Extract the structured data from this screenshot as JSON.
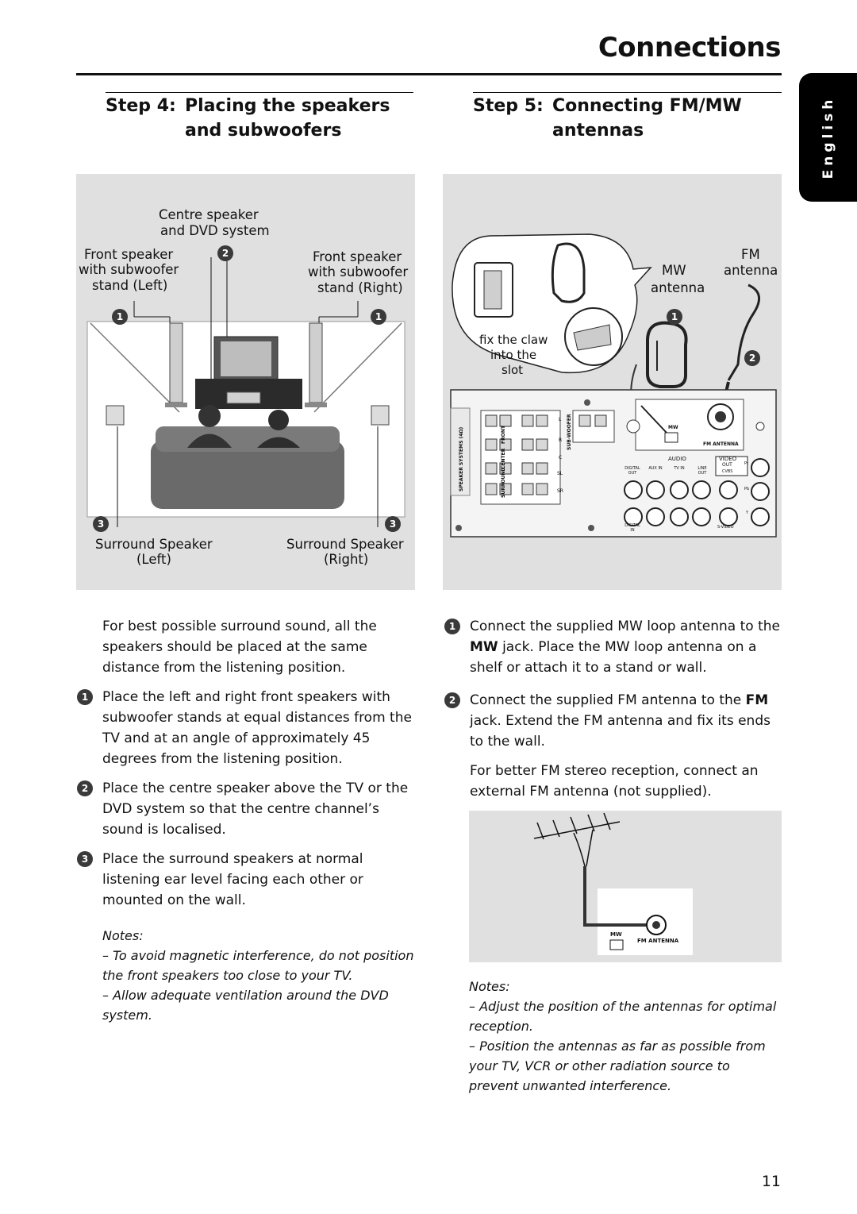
{
  "header": {
    "title": "Connections",
    "language_tab": "English"
  },
  "step4": {
    "step_label": "Step 4:",
    "title_line1": "Placing the speakers",
    "title_line2": "and subwoofers",
    "figure": {
      "centre_line1": "Centre speaker",
      "centre_line2": "and DVD system",
      "front_left_line1": "Front speaker",
      "front_left_line2": "with subwoofer",
      "front_left_line3": "stand (Left)",
      "front_right_line1": "Front speaker",
      "front_right_line2": "with subwoofer",
      "front_right_line3": "stand (Right)",
      "surround_left_line1": "Surround Speaker",
      "surround_left_line2": "(Left)",
      "surround_right_line1": "Surround Speaker",
      "surround_right_line2": "(Right)"
    },
    "intro": "For best possible surround sound, all the speakers should be placed at the same distance from the listening position.",
    "items": [
      {
        "marker": "1",
        "text": "Place the left and right front speakers with subwoofer stands at equal distances from the TV and at an angle of approximately 45 degrees from the listening position."
      },
      {
        "marker": "2",
        "text": "Place the centre speaker above the TV or the DVD system so that the centre channel’s sound is localised."
      },
      {
        "marker": "3",
        "text": "Place the surround speakers at normal listening ear level facing each other or mounted on the wall."
      }
    ],
    "notes_label": "Notes:",
    "notes": [
      "– To avoid magnetic interference, do not position the front speakers too close to your TV.",
      "– Allow adequate ventilation around the DVD system."
    ]
  },
  "step5": {
    "step_label": "Step 5:",
    "title_line1": "Connecting FM/MW",
    "title_line2": "antennas",
    "figure": {
      "fm_line1": "FM",
      "fm_line2": "antenna",
      "mw_line1": "MW",
      "mw_line2": "antenna",
      "claw_line1": "fix the claw",
      "claw_line2": "into the",
      "claw_line3": "slot",
      "panel_speaker_systems": "SPEAKER SYSTEMS (4Ω)",
      "panel_front": "FRONT",
      "panel_centre": "CENTER",
      "panel_surround": "SURROUND",
      "panel_subwoofer": "SUB-WOOFER",
      "panel_mw": "MW",
      "panel_fm_antenna": "FM ANTENNA",
      "panel_audio": "AUDIO",
      "panel_video": "VIDEO",
      "panel_out": "OUT",
      "panel_digital_out": "DIGITAL OUT",
      "panel_aux_in": "AUX IN",
      "panel_tv_in": "TV IN",
      "panel_line_out": "LINE OUT",
      "panel_cvbs": "CVBS",
      "panel_digital_in": "DIGITAL IN",
      "panel_svideo": "S-VIDEO",
      "ch_L": "L",
      "ch_R": "R",
      "ch_C": "C",
      "ch_SL": "SL",
      "ch_SR": "SR",
      "pr": "Pr",
      "pb": "Pb",
      "y": "Y"
    },
    "items": [
      {
        "marker": "1",
        "text_before": "Connect the supplied MW loop antenna to the ",
        "bold": "MW",
        "text_after": " jack.  Place the MW loop antenna on a shelf or attach it to a stand or wall."
      },
      {
        "marker": "2",
        "text_before": "Connect the supplied FM antenna to the ",
        "bold": "FM",
        "text_after": " jack.  Extend the FM antenna and fix its ends to the wall."
      }
    ],
    "better_reception": "For better FM stereo reception, connect an external FM antenna (not supplied).",
    "figure2": {
      "mw": "MW",
      "fm_antenna": "FM ANTENNA"
    },
    "notes_label": "Notes:",
    "notes": [
      "– Adjust the position of the antennas for optimal reception.",
      "– Position the antennas as far as possible from your TV, VCR or other radiation source to prevent unwanted interference."
    ]
  },
  "footer": {
    "page_number": "11"
  }
}
